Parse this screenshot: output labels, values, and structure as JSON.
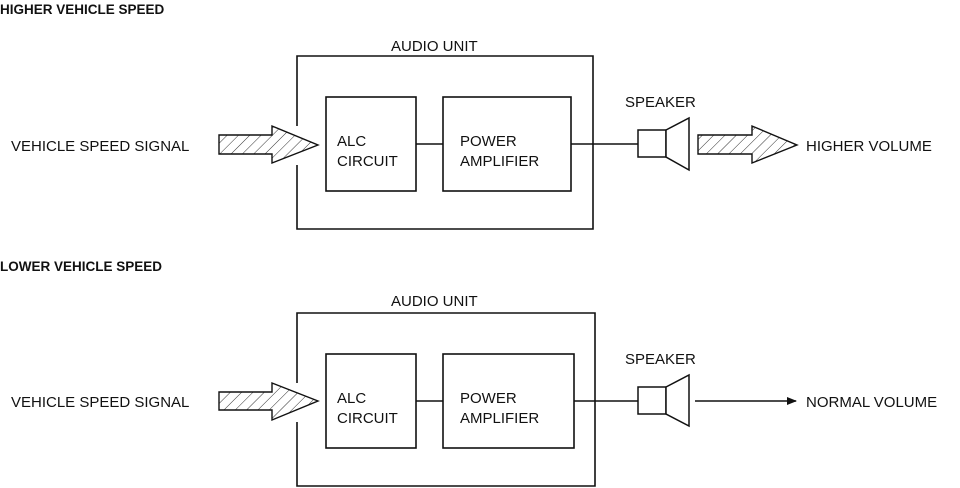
{
  "diagram": {
    "sections": [
      {
        "id": "higher",
        "title": "HIGHER VEHICLE SPEED",
        "input_label": "VEHICLE SPEED SIGNAL",
        "container_label": "AUDIO UNIT",
        "blocks": [
          {
            "line1": "ALC",
            "line2": "CIRCUIT"
          },
          {
            "line1": "POWER",
            "line2": "AMPLIFIER"
          }
        ],
        "speaker_label": "SPEAKER",
        "output_label": "HIGHER VOLUME",
        "output_arrow": "hatched-fat-arrow"
      },
      {
        "id": "lower",
        "title": "LOWER VEHICLE SPEED",
        "input_label": "VEHICLE SPEED SIGNAL",
        "container_label": "AUDIO UNIT",
        "blocks": [
          {
            "line1": "ALC",
            "line2": "CIRCUIT"
          },
          {
            "line1": "POWER",
            "line2": "AMPLIFIER"
          }
        ],
        "speaker_label": "SPEAKER",
        "output_label": "NORMAL VOLUME",
        "output_arrow": "thin-arrow"
      }
    ],
    "colors": {
      "line": "#111111",
      "background": "#ffffff"
    }
  }
}
